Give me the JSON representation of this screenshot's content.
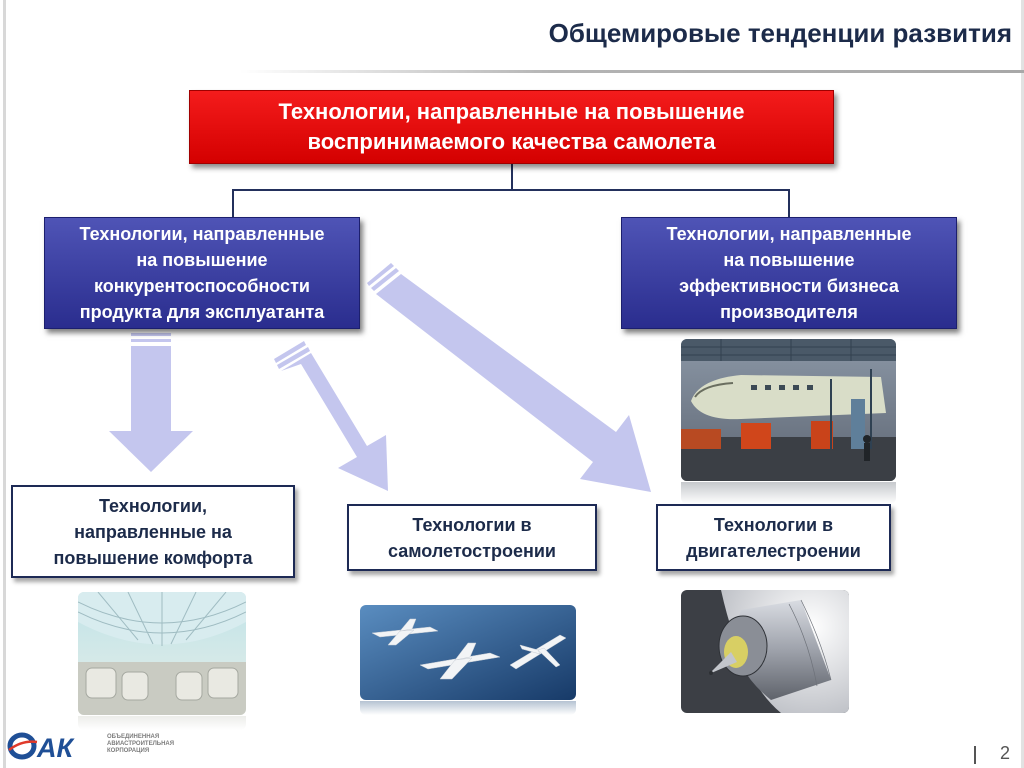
{
  "header": {
    "title": "Общемировые тенденции развития"
  },
  "diagram": {
    "root": {
      "lines": [
        "Технологии, направленные на повышение",
        "воспринимаемого качества самолета"
      ]
    },
    "branches": {
      "left": {
        "lines": [
          "Технологии, направленные",
          "на повышение",
          "конкурентоспособности",
          "продукта для эксплуатанта"
        ]
      },
      "right": {
        "lines": [
          "Технологии, направленные",
          "на повышение",
          "эффективности бизнеса",
          "производителя"
        ]
      }
    },
    "leaves": {
      "comfort": {
        "lines": [
          "Технологии,",
          "направленные на",
          "повышение комфорта"
        ]
      },
      "aircraft": {
        "lines": [
          "Технологии в",
          "самолетостроении"
        ]
      },
      "engine": {
        "lines": [
          "Технологии в",
          "двигателестроении"
        ]
      }
    }
  },
  "footer": {
    "logo_text": "ОАК",
    "logo_caption": [
      "ОБЪЕДИНЕННАЯ",
      "АВИАСТРОИТЕЛЬНАЯ",
      "КОРПОРАЦИЯ"
    ],
    "page_number": "2"
  },
  "colors": {
    "root_fill": "#e00a0a",
    "branch_fill": "#363a9e",
    "leaf_border": "#1d2a55",
    "arrow_fill": "#c4c6ee",
    "title_color": "#1c2b4a"
  }
}
